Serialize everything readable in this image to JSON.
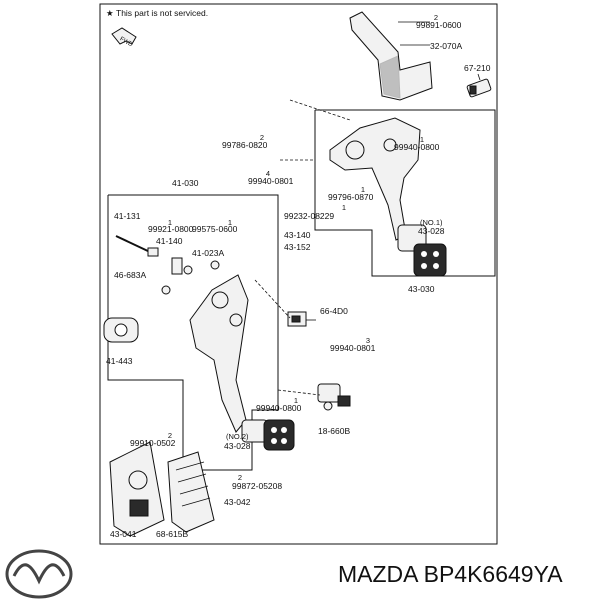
{
  "note": {
    "star": "★",
    "text": "This part is not serviced."
  },
  "fwd_label": "FWD",
  "callouts": [
    {
      "id": "99891-0600",
      "qty": "2"
    },
    {
      "id": "32-070A"
    },
    {
      "id": "67-210"
    },
    {
      "id": "99786-0820",
      "qty": "2"
    },
    {
      "id": "99940-0800",
      "qty": "1"
    },
    {
      "id": "41-030"
    },
    {
      "id": "99940-0801",
      "qty": "4"
    },
    {
      "id": "99796-0870",
      "qty": "1"
    },
    {
      "id": "41-131"
    },
    {
      "id": "99921-0800",
      "qty": "1"
    },
    {
      "id": "99575-0600",
      "qty": "1"
    },
    {
      "id": "41-140"
    },
    {
      "id": "41-023A"
    },
    {
      "id": "99232-08229",
      "qty": "1"
    },
    {
      "id": "43-140"
    },
    {
      "id": "43-152"
    },
    {
      "id": "43-028",
      "qty": "(NO.1)"
    },
    {
      "id": "43-030"
    },
    {
      "id": "46-683A"
    },
    {
      "id": "66-4D0"
    },
    {
      "id": "41-443"
    },
    {
      "id": "99940-0801",
      "qty": "3"
    },
    {
      "id": "99940-0800",
      "qty": "1"
    },
    {
      "id": "18-660B"
    },
    {
      "id": "43-028",
      "qty": "(NO.2)"
    },
    {
      "id": "99910-0502",
      "qty": "2"
    },
    {
      "id": "99872-05208",
      "qty": "2"
    },
    {
      "id": "43-042"
    },
    {
      "id": "43-041"
    },
    {
      "id": "68-615B"
    }
  ],
  "footer": {
    "brand_logo": "mazda-logo-icon",
    "part_number": "MAZDA BP4K6649YA"
  }
}
